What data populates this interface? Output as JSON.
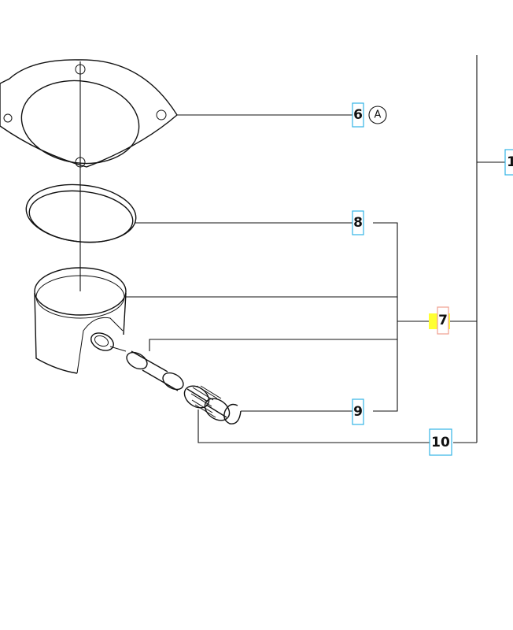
{
  "callouts": {
    "c1": "1",
    "c6": "6",
    "c7": "7",
    "c8": "8",
    "c9": "9",
    "c10": "10"
  },
  "reference_marker": "A",
  "colors": {
    "callout_border": "#33b5e5",
    "highlight_fill": "#ffff33",
    "highlight_border": "#f0a090",
    "line": "#111111"
  },
  "highlighted_callout": "7"
}
